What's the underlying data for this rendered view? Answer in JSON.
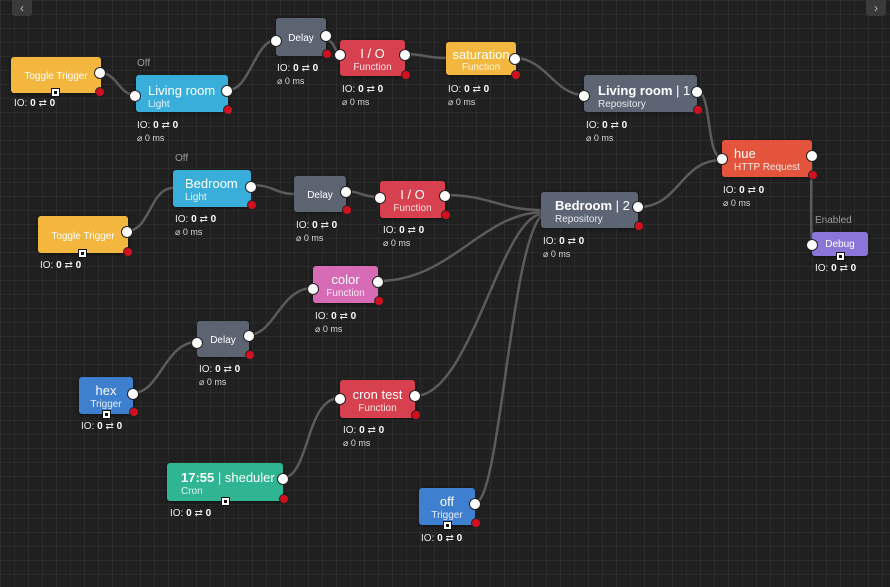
{
  "nav": {
    "prev_icon": "‹",
    "next_icon": "›"
  },
  "nodes": {
    "toggle1": {
      "title": "Toggle Trigger",
      "io_in": "0",
      "io_out": "0"
    },
    "living_light": {
      "title": "Living room",
      "type": "Light",
      "state": "Off",
      "io_in": "0",
      "io_out": "0",
      "ms": "⌀ 0 ms"
    },
    "delay1": {
      "title": "Delay",
      "io_in": "0",
      "io_out": "0",
      "ms": "⌀ 0 ms"
    },
    "io1": {
      "title": "I / O",
      "type": "Function",
      "io_in": "0",
      "io_out": "0",
      "ms": "⌀ 0 ms"
    },
    "saturation": {
      "title": "saturation",
      "type": "Function",
      "io_in": "0",
      "io_out": "0",
      "ms": "⌀ 0 ms"
    },
    "living_repo": {
      "title": "Living room",
      "count": "1",
      "type": "Repository",
      "io_in": "0",
      "io_out": "0",
      "ms": "⌀ 0 ms"
    },
    "hue": {
      "title": "hue",
      "type": "HTTP Request",
      "io_in": "0",
      "io_out": "0",
      "ms": "⌀ 0 ms"
    },
    "debug": {
      "title": "Debug",
      "state": "Enabled",
      "io_in": "0",
      "io_out": "0"
    },
    "bedroom_light": {
      "title": "Bedroom",
      "type": "Light",
      "state": "Off",
      "io_in": "0",
      "io_out": "0",
      "ms": "⌀ 0 ms"
    },
    "toggle2": {
      "title": "Toggle Trigger",
      "io_in": "0",
      "io_out": "0"
    },
    "delay2": {
      "title": "Delay",
      "io_in": "0",
      "io_out": "0",
      "ms": "⌀ 0 ms"
    },
    "io2": {
      "title": "I / O",
      "type": "Function",
      "io_in": "0",
      "io_out": "0",
      "ms": "⌀ 0 ms"
    },
    "bedroom_repo": {
      "title": "Bedroom",
      "count": "2",
      "type": "Repository",
      "io_in": "0",
      "io_out": "0",
      "ms": "⌀ 0 ms"
    },
    "color": {
      "title": "color",
      "type": "Function",
      "io_in": "0",
      "io_out": "0",
      "ms": "⌀ 0 ms"
    },
    "delay3": {
      "title": "Delay",
      "io_in": "0",
      "io_out": "0",
      "ms": "⌀ 0 ms"
    },
    "hex": {
      "title": "hex",
      "type": "Trigger",
      "io_in": "0",
      "io_out": "0"
    },
    "cron_test": {
      "title": "cron test",
      "type": "Function",
      "io_in": "0",
      "io_out": "0",
      "ms": "⌀ 0 ms"
    },
    "scheduler": {
      "time": "17:55",
      "title": "sheduler",
      "type": "Cron",
      "io_in": "0",
      "io_out": "0"
    },
    "off": {
      "title": "off",
      "type": "Trigger",
      "io_in": "0",
      "io_out": "0"
    }
  },
  "io_prefix": "IO:",
  "io_arrow": "⇄",
  "colors": {
    "wire": "#5a5a5a",
    "error_port": "#d0101e"
  }
}
